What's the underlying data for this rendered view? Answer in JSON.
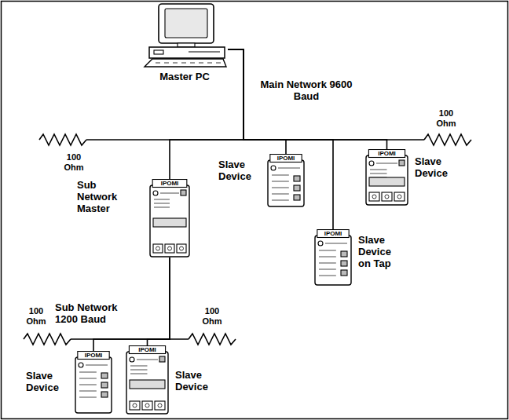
{
  "diagram": {
    "nodes": [
      {
        "text": [
          "Master PC"
        ]
      },
      {
        "text": [
          "IPOMI",
          "Slave Device"
        ]
      },
      {
        "text": [
          "IPOMI",
          "Sub Network Master"
        ]
      },
      {
        "text": [
          "IPOMI",
          "Slave Device on Tap"
        ]
      },
      {
        "text": [
          "IPOMI",
          "Slave Device"
        ]
      },
      {
        "text": [
          "IPOMI",
          "Slave Device"
        ]
      },
      {
        "text": [
          "IPOMI",
          "Slave Device"
        ]
      }
    ],
    "edges": [
      {
        "from": 0,
        "to": 2,
        "arrow": "none"
      },
      {
        "from": 0,
        "to": 1,
        "arrow": "none"
      },
      {
        "from": 0,
        "to": 3,
        "arrow": "none"
      },
      {
        "from": 0,
        "to": 4,
        "arrow": "none"
      },
      {
        "from": 2,
        "to": 5,
        "arrow": "none"
      },
      {
        "from": 2,
        "to": 6,
        "arrow": "none"
      }
    ],
    "labels": [
      "Main Network 9600 Baud",
      "100 Ohm",
      "100 Ohm",
      "Sub Network 1200 Baud",
      "100 Ohm",
      "100 Ohm"
    ]
  }
}
